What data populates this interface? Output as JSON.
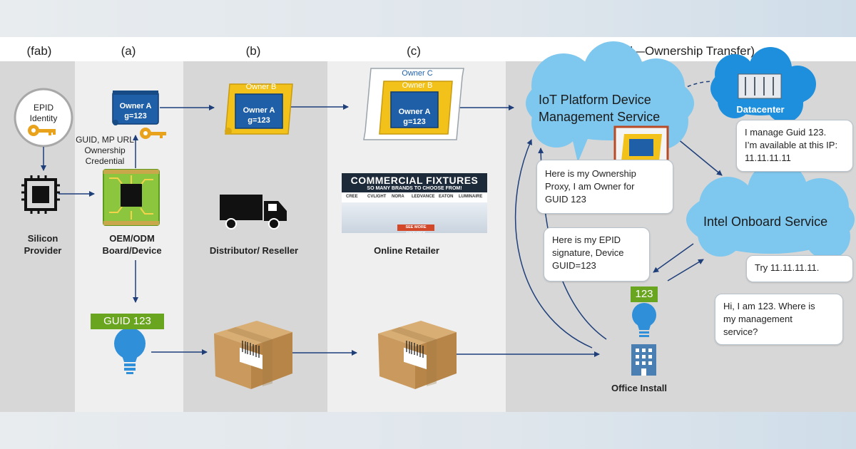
{
  "columns": {
    "fab": "(fab)",
    "a": "(a)",
    "b": "(b)",
    "c": "(c)",
    "d": "(d—Ownership Transfer)"
  },
  "fab": {
    "epid_line1": "EPID",
    "epid_line2": "Identity",
    "provider_line1": "Silicon",
    "provider_line2": "Provider"
  },
  "oem": {
    "owner_line1": "Owner A",
    "owner_line2": "g=123",
    "credential_line1": "GUID, MP URL",
    "credential_line2": "Ownership",
    "credential_line3": "Credential",
    "label_line1": "OEM/ODM",
    "label_line2": "Board/Device",
    "guid_tag": "GUID 123"
  },
  "distributor": {
    "owner_b": "Owner B",
    "owner_a": "Owner A",
    "g": "g=123",
    "label": "Distributor/ Reseller"
  },
  "retailer": {
    "owner_c": "Owner C",
    "owner_b": "Owner B",
    "owner_a": "Owner A",
    "g": "g=123",
    "label": "Online Retailer",
    "poster_title": "COMMERCIAL FIXTURES",
    "poster_sub": "SO MANY BRANDS TO CHOOSE FROM!",
    "poster_brands": [
      "CREE",
      "CVLIGHT",
      "NORA",
      "LEDVANCE",
      "EATON",
      "LUMINAIRE"
    ],
    "poster_button": "SEE MORE FIXTURES"
  },
  "ownership": {
    "iot_line1": "IoT Platform Device",
    "iot_line2": "Management Service",
    "datacenter": "Datacenter",
    "manage_line1": "I manage Guid 123.",
    "manage_line2": "I’m available at this IP:",
    "manage_line3": "11.11.11.11",
    "proxy_line1": "Here is my Ownership",
    "proxy_line2": "Proxy, I am Owner for",
    "proxy_line3": "GUID 123",
    "onboard": "Intel Onboard Service",
    "epid_line1": "Here is my EPID",
    "epid_line2": "signature, Device",
    "epid_line3": "GUID=123",
    "try": "Try 11.11.11.11.",
    "hi_line1": "Hi, I am 123. Where is",
    "hi_line2": "my management",
    "hi_line3": "service?",
    "tag": "123",
    "office": "Office Install"
  },
  "colors": {
    "gold": "#f2c21b",
    "blue_scroll": "#1f5fa8",
    "arrow": "#1f3f7a",
    "cloud": "#7ec7ee",
    "green": "#6aa520",
    "bulb": "#2f8fd8",
    "box": "#c9995e"
  }
}
